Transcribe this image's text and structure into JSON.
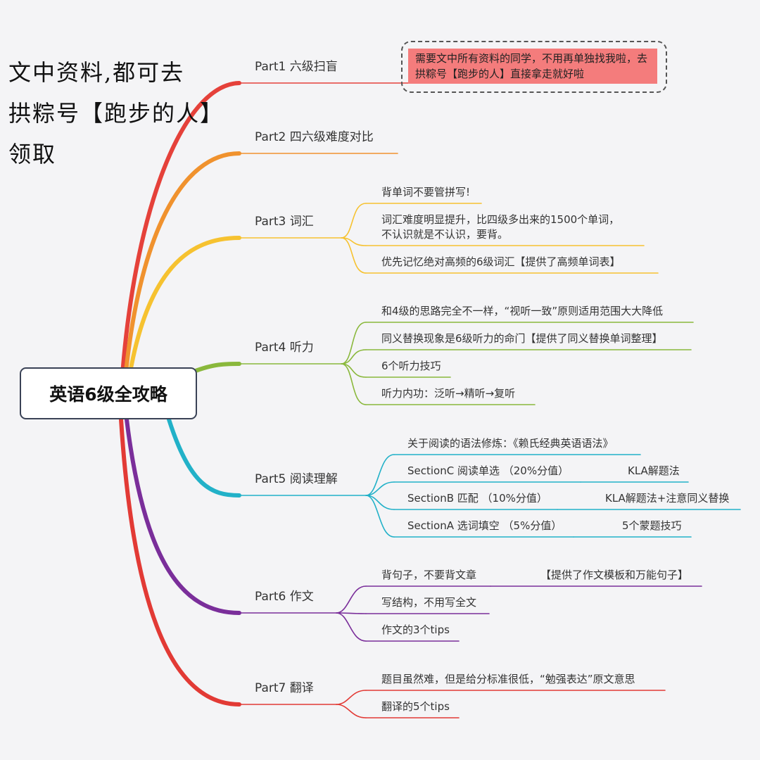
{
  "handwritten_note": {
    "lines": [
      "文中资料,都可去",
      "拱粽号【跑步的人】",
      "领取"
    ]
  },
  "center": {
    "title": "英语6级全攻略"
  },
  "callout": {
    "text": "需要文中所有资料的同学，不用再单独找我啦，去拱粽号【跑步的人】直接拿走就好啦"
  },
  "colors": {
    "part1": "#e5413a",
    "part2": "#f0922e",
    "part3": "#f6c230",
    "part4": "#8ab83c",
    "part5": "#22b1c8",
    "part6": "#7a2e9a",
    "part7": "#e23a35"
  },
  "parts": [
    {
      "label": "Part1 六级扫盲",
      "children": []
    },
    {
      "label": "Part2 四六级难度对比",
      "children": []
    },
    {
      "label": "Part3 词汇",
      "children": [
        {
          "text": "背单词不要管拼写!"
        },
        {
          "text": "词汇难度明显提升，比四级多出来的1500个单词，",
          "text2": "不认识就是不认识，要背。"
        },
        {
          "text": "优先记忆绝对高频的6级词汇【提供了高频单词表】"
        }
      ]
    },
    {
      "label": "Part4 听力",
      "children": [
        {
          "text": "和4级的思路完全不一样，“视听一致”原则适用范围大大降低"
        },
        {
          "text": "同义替换现象是6级听力的命门【提供了同义替换单词整理】"
        },
        {
          "text": "6个听力技巧"
        },
        {
          "text": "听力内功：泛听→精听→复听"
        }
      ]
    },
    {
      "label": "Part5 阅读理解",
      "children": [
        {
          "text": "关于阅读的语法修炼：《赖氏经典英语语法》"
        },
        {
          "text": "SectionC 阅读单选 （20%分值）",
          "sub": "KLA解题法"
        },
        {
          "text": "SectionB 匹配 （10%分值）",
          "sub": "KLA解题法+注意同义替换"
        },
        {
          "text": "SectionA 选词填空 （5%分值）",
          "sub": "5个蒙题技巧"
        }
      ]
    },
    {
      "label": "Part6 作文",
      "children": [
        {
          "text": "背句子，不要背文章",
          "sub": "【提供了作文模板和万能句子】"
        },
        {
          "text": "写结构，不用写全文"
        },
        {
          "text": "作文的3个tips"
        }
      ]
    },
    {
      "label": "Part7 翻译",
      "children": [
        {
          "text": "题目虽然难，但是给分标准很低，“勉强表达”原文意思"
        },
        {
          "text": "翻译的5个tips"
        }
      ]
    }
  ]
}
